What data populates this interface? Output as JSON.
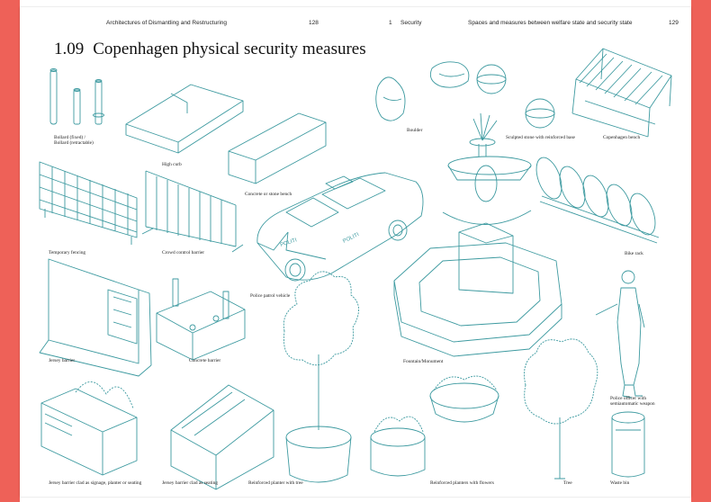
{
  "header": {
    "left_title": "Architectures of Dismantling and Restructuring",
    "left_page": "128",
    "section_number": "1",
    "section_name": "Security",
    "right_title": "Spaces and measures between welfare state and security state",
    "right_page": "129"
  },
  "heading": {
    "number": "1.09",
    "text": "Copenhagen physical security measures"
  },
  "labels": {
    "bollard_line1": "Bollard (fixed) /",
    "bollard_line2": "Bollard (retractable)",
    "high_curb": "High curb",
    "concrete_bench": "Concrete or stone bench",
    "boulder": "Boulder",
    "sculpted_stone": "Sculpted stone with reinforced base",
    "copenhagen_bench": "Copenhagen bench",
    "temporary_fencing": "Temporary fencing",
    "crowd_barrier": "Crowd control barrier",
    "police_vehicle": "Police patrol vehicle",
    "bike_rack": "Bike rack",
    "jersey_barrier": "Jersey barrier",
    "concrete_barrier": "Concrete barrier",
    "fountain": "Fountain/Monument",
    "police_officer_line1": "Police officer with",
    "police_officer_line2": "semiautomatic weapon",
    "jersey_signage": "Jersey barrier clad as signage, planter or seating",
    "jersey_seating": "Jersey barrier clad as seating",
    "planter_tree": "Reinforced planter with tree",
    "planters_flowers": "Reinforced planters with flowers",
    "tree": "Tree",
    "waste_bin": "Waste bin",
    "police_car_text": "POLITI",
    "police_car_side_text": "POLITI"
  },
  "colors": {
    "accent_edge": "#ee6158",
    "drawing_stroke": "#3d9aa0"
  }
}
